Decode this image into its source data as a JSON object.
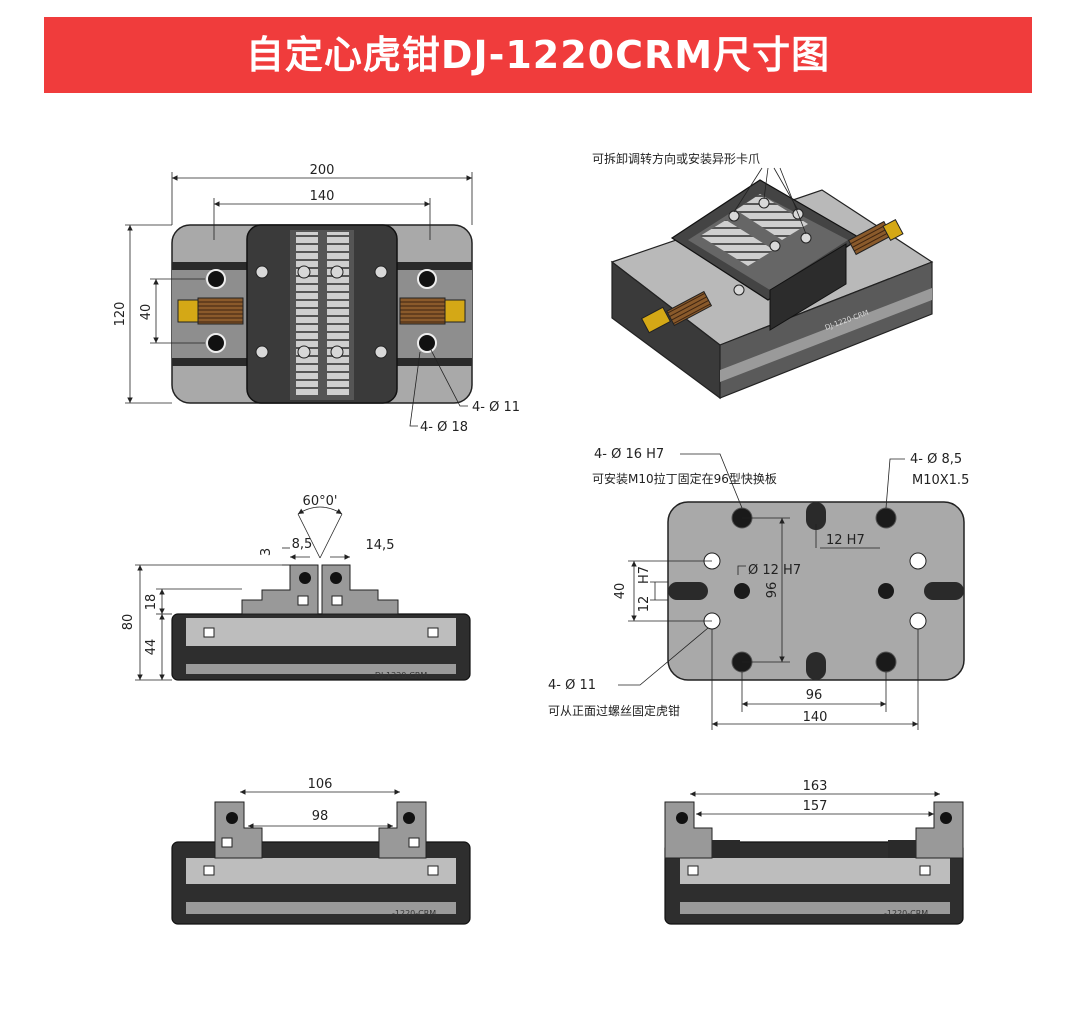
{
  "title": "自定心虎钳DJ-1220CRM尺寸图",
  "top_view": {
    "dim_width": "200",
    "dim_inner": "140",
    "dim_height": "120",
    "dim_40": "40",
    "callout_hole_small": "4- Ø 11",
    "callout_hole_large": "4- Ø 18"
  },
  "iso_view": {
    "note": "可拆卸调转方向或安装异形卡爪",
    "brand": "DJ-1220-CRM"
  },
  "front_view": {
    "angle": "60°0'",
    "dim_3": "3",
    "dim_8_5": "8,5",
    "dim_14_5": "14,5",
    "dim_80": "80",
    "dim_18": "18",
    "dim_44": "44",
    "brand": "-DJ-1220-CRM"
  },
  "base_view": {
    "callout_h7_16": "4- Ø 16 H7",
    "note_m10": "可安装M10拉丁固定在96型快换板",
    "callout_8_5": "4- Ø 8,5",
    "callout_m10": "M10X1.5",
    "dim_12_h7_top": "12 H7",
    "dim_12_h7_center": "Ø 12 H7",
    "dim_96_v": "96",
    "dim_40": "40",
    "dim_h7": "H7",
    "dim_12": "12",
    "callout_11": "4- Ø 11",
    "note_front": "可从正面过螺丝固定虎钳",
    "dim_96_h": "96",
    "dim_140": "140"
  },
  "min_view": {
    "dim_outer": "106",
    "dim_inner": "98",
    "brand": "-1220-CRM"
  },
  "max_view": {
    "dim_outer": "163",
    "dim_inner": "157",
    "brand": "-1220-CRM"
  }
}
